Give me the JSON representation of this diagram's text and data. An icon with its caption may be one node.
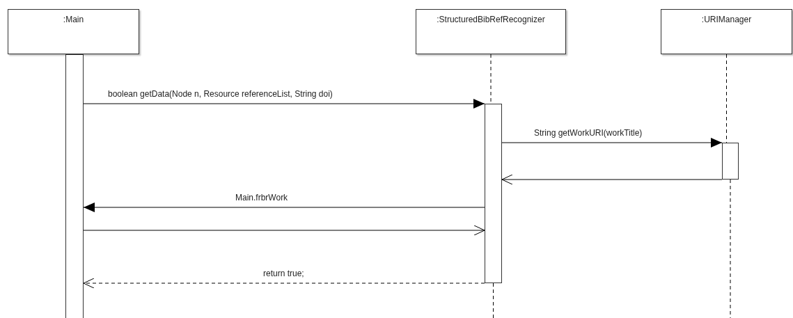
{
  "diagram": {
    "nodes": [
      {
        "text": [
          ":Main"
        ]
      },
      {
        "text": [
          ":StructuredBibRefRecognizer"
        ]
      },
      {
        "text": [
          ":URIManager"
        ]
      },
      {
        "text": [],
        "shape": "bar"
      },
      {
        "text": [],
        "shape": "bar"
      },
      {
        "text": [],
        "shape": "bar"
      }
    ],
    "edges": [
      {
        "from": 1,
        "to": 4,
        "arrow": "none",
        "style": "dashed"
      },
      {
        "from": 2,
        "to": 5,
        "arrow": "none",
        "style": "dashed"
      },
      {
        "from": 4,
        "to": null,
        "arrow": "none",
        "style": "dashed"
      },
      {
        "from": 5,
        "to": null,
        "arrow": "none",
        "style": "dashed"
      },
      {
        "from": 3,
        "to": 4,
        "arrow": "to",
        "label": "boolean getData(Node n, Resource referenceList, String doi)"
      },
      {
        "from": 4,
        "to": 5,
        "arrow": "to",
        "label": "String getWorkURI(workTitle)"
      },
      {
        "from": 5,
        "to": 4,
        "arrow": "to"
      },
      {
        "from": 4,
        "to": 3,
        "arrow": "to",
        "label": "Main.frbrWork"
      },
      {
        "from": 3,
        "to": 4,
        "arrow": "to"
      },
      {
        "from": 4,
        "to": 3,
        "arrow": "to",
        "label": "return true;",
        "style": "dashed"
      }
    ]
  }
}
